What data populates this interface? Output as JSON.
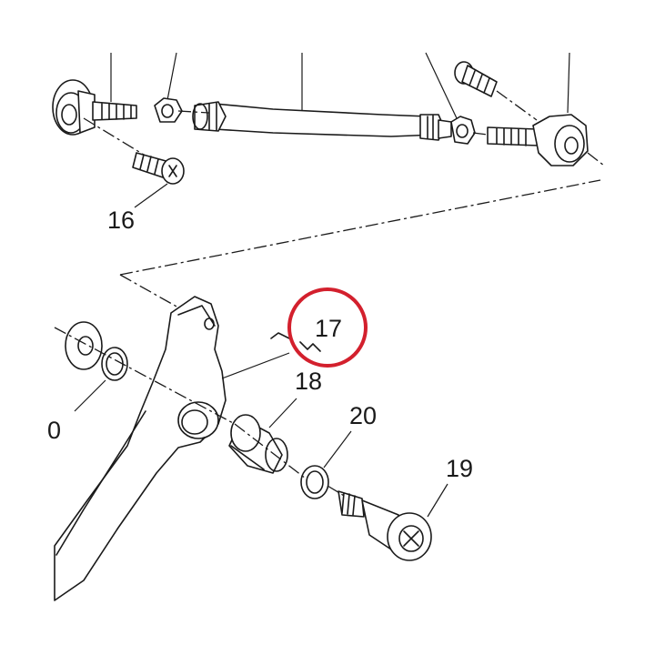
{
  "diagram": {
    "callouts": {
      "part_16": "16",
      "part_17": "17",
      "part_18": "18",
      "part_19": "19",
      "part_20": "20",
      "part_20_partial": "0"
    },
    "highlighted_part": "17",
    "highlight_color": "#d3202d",
    "line_color": "#1a1a1a"
  }
}
